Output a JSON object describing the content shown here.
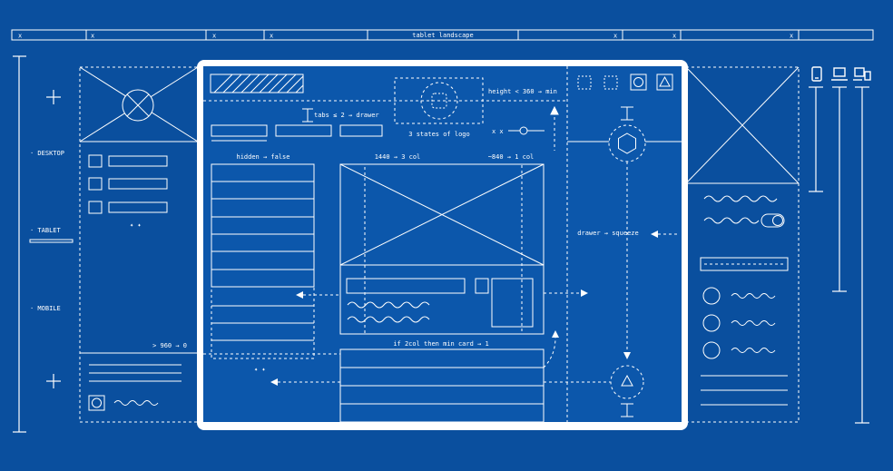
{
  "colors": {
    "background": "#0a4f9e",
    "stroke": "#ffffff",
    "frame_fill": "#0c57ab"
  },
  "ruler": {
    "marks": [
      "x",
      "x",
      "x",
      "x",
      "x",
      "x",
      "x"
    ],
    "title": "tablet landscape"
  },
  "devices": {
    "desktop": "· DESKTOP",
    "tablet": "· TABLET",
    "mobile": "· MOBILE"
  },
  "labels": {
    "tabs_rule": "tabs ≤ 2 → drawer",
    "logo_states": "3 states of logo",
    "height_rule": "height < 360 → min",
    "xx": "x x",
    "hidden_false": "hidden → false",
    "col_3": "1440 → 3 col",
    "col_1": "~840 → 1 col",
    "drawer_squeeze": "drawer → squeeze",
    "gt_960": "> 960 → 0",
    "card_rule": "if 2col then min card → 1",
    "dots": "✦ ✦"
  },
  "icons": [
    "phone-icon",
    "laptop-icon",
    "devices-icon",
    "hexagon-icon",
    "triangle-icon",
    "circle-icon",
    "square-icon",
    "toggle-icon"
  ]
}
